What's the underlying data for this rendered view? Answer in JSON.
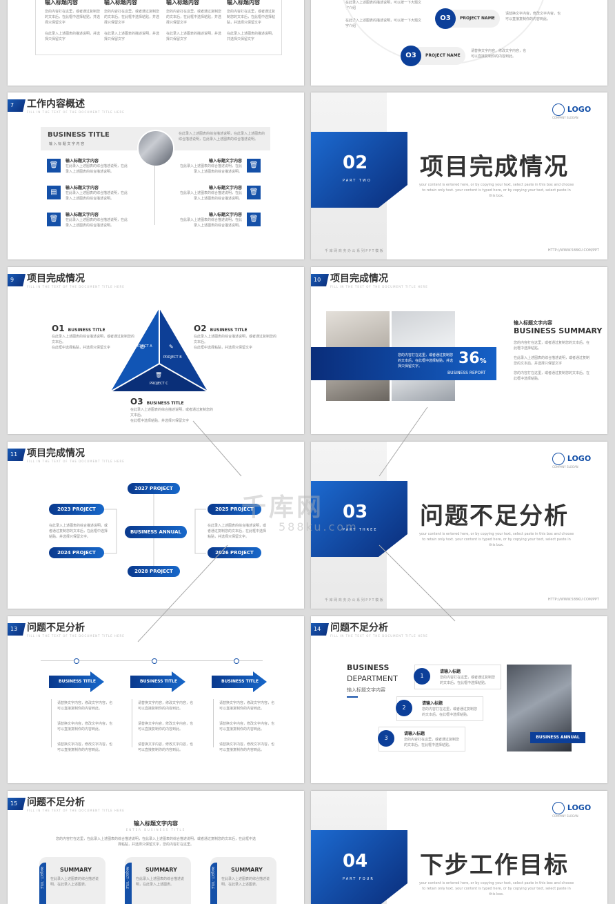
{
  "slide_top_left": {
    "col_titles": [
      "输入标题内容",
      "输入标题内容",
      "输入标题内容",
      "输入标题内容"
    ],
    "col_text": "您的内容打在这里，或者通过复制您的文本后，在此框中选择粘贴，并选择只保留文字",
    "col_text2": "在此录入上述图表的描述说明，并选择只保留文字"
  },
  "slide_top_right": {
    "items": [
      {
        "num": "O3",
        "label": "PROJECT NAME"
      },
      {
        "num": "O3",
        "label": "PROJECT NAME"
      }
    ],
    "desc": "请替换文字内容，修改文字内容，也可以直接复制你的内容到此。",
    "left_text": "在此录入上述图表的描述说明，可以按一下大题文字介绍"
  },
  "s7": {
    "num": "7",
    "title": "工作内容概述",
    "sub": "FILL IN THE TEXT OF THE DOCUMENT TITLE HERE",
    "biz": "BUSINESS TITLE",
    "biz_sub": "输 入 标 题 文 字 内 容",
    "intro": "在此录入上述图表的综合描述说明，在此录入上述图表的综合描述说明，在此录入上述图表的综合描述说明。",
    "item_title": "输入标题文字内容",
    "item_text": "在此录入上述图表的综合描述说明，在此录入上述图表的综合描述说明。"
  },
  "s8": {
    "logo": "LOGO",
    "slogan": "COMPANY SLOGAN",
    "num": "02",
    "part": "PART TWO",
    "title": "项目完成情况",
    "en": "your content is entered here, or by copying your text, select paste in this box and choose to retain only text. your content is typed here, or by copying your text, select paste in this box.",
    "footer_left": "千 库 网 商 务 办 公 系 列 P P T 模 板",
    "footer_right": "HTTP://WWW.588KU.COM/PPT"
  },
  "s9": {
    "num": "9",
    "title": "项目完成情况",
    "sub": "FILL IN THE TEXT OF THE DOCUMENT TITLE HERE",
    "items": [
      {
        "n": "O1",
        "t": "BUSINESS TITLE"
      },
      {
        "n": "O2",
        "t": "BUSINESS TITLE"
      },
      {
        "n": "O3",
        "t": "BUSINESS TITLE"
      }
    ],
    "text": "在此录入上述图表的综合描述说明，或者通过复制您的文本后。",
    "text2": "在此框中选择粘贴，并选择只保留文字",
    "tri": [
      "PROJECT A",
      "PROJECT B",
      "PROJECT C"
    ]
  },
  "s10": {
    "num": "10",
    "title": "项目完成情况",
    "sub": "FILL IN THE TEXT OF THE DOCUMENT TITLE HERE",
    "percent": "36",
    "pct_sign": "%",
    "report": "BUSINESS REPORT",
    "box_text": "您的内容打在这里，或者通过复制您的文本后，在此框中选择粘贴，并选择只保留文字。",
    "h1": "输入标题文字内容",
    "h2": "BUSINESS SUMMARY",
    "li": [
      "您的内容打在这里，或者通过复制您的文本后。在此框中选择粘贴。",
      "在此录入上述图表的综合描述说明，或者通过复制您的文本后。并选择只保留文字",
      "您的内容打在这里，或者通过复制您的文本后。在此框中选择粘贴。"
    ]
  },
  "s11": {
    "num": "11",
    "title": "项目完成情况",
    "sub": "FILL IN THE TEXT OF THE DOCUMENT TITLE HERE",
    "center": "BUSINESS ANNUAL",
    "pills": [
      "2027 PROJECT",
      "2023 PROJECT",
      "2025 PROJECT",
      "2024 PROJECT",
      "2026 PROJECT",
      "2028 PROJECT"
    ],
    "text": "在此录入上述图表的综合描述说明，或者通过复制您的文本后，在此框中选择粘贴，并选择只保留文字。"
  },
  "s12": {
    "logo": "LOGO",
    "slogan": "COMPANY SLOGAN",
    "num": "03",
    "part": "PART THREE",
    "title": "问题不足分析",
    "en": "your content is entered here, or by copying your text, select paste in this box and choose to retain only text. your content is typed here, or by copying your text, select paste in this box.",
    "footer_left": "千 库 网 商 务 办 公 系 列 P P T 模 板",
    "footer_right": "HTTP://WWW.588KU.COM/PPT",
    "wm1": "千库网",
    "wm2": "588ku.com"
  },
  "s13": {
    "num": "13",
    "title": "问题不足分析",
    "sub": "FILL IN THE TEXT OF THE DOCUMENT TITLE HERE",
    "arrow": "BUSINESS TITLE",
    "text": "请替换文字内容，修改文字内容，也可以直接复制你的内容到此。"
  },
  "s14": {
    "num": "14",
    "title": "问题不足分析",
    "sub": "FILL IN THE TEXT OF THE DOCUMENT TITLE HERE",
    "biz": "BUSINESS",
    "dept": "DEPARTMENT",
    "cn": "输入标题文字内容",
    "items": [
      {
        "n": "1",
        "t": "请输入标题"
      },
      {
        "n": "2",
        "t": "请输入标题"
      },
      {
        "n": "3",
        "t": "请输入标题"
      }
    ],
    "item_text": "您的内容打在这里，或者通过复制您的文本后，在此框中选择粘贴。",
    "badge": "BUSINESS ANNUAL"
  },
  "s15": {
    "num": "15",
    "title": "问题不足分析",
    "sub": "FILL IN THE TEXT OF THE DOCUMENT TITLE HERE",
    "h": "输入标题文字内容",
    "hs": "ENTER BUSINESS TITLE",
    "intro": "您的内容打在这里，在此录入上述图表的综合描述说明，在此录入上述图表的综合描述说明，或者通过复制您的文本后，在此框中选择粘贴，并选择只保留文字，您的内容打在这里。",
    "card": "SUMMARY",
    "side": "PROJECT · TITLE",
    "card_text": "在此录入上述图表的综合描述说明，在此录入上述图表。"
  },
  "s16": {
    "logo": "LOGO",
    "slogan": "COMPANY SLOGAN",
    "num": "04",
    "part": "PART FOUR",
    "title": "下步工作目标",
    "en": "your content is entered here, or by copying your text, select paste in this box and choose to retain only text. your content is typed here, or by copying your text, select paste in this box."
  }
}
